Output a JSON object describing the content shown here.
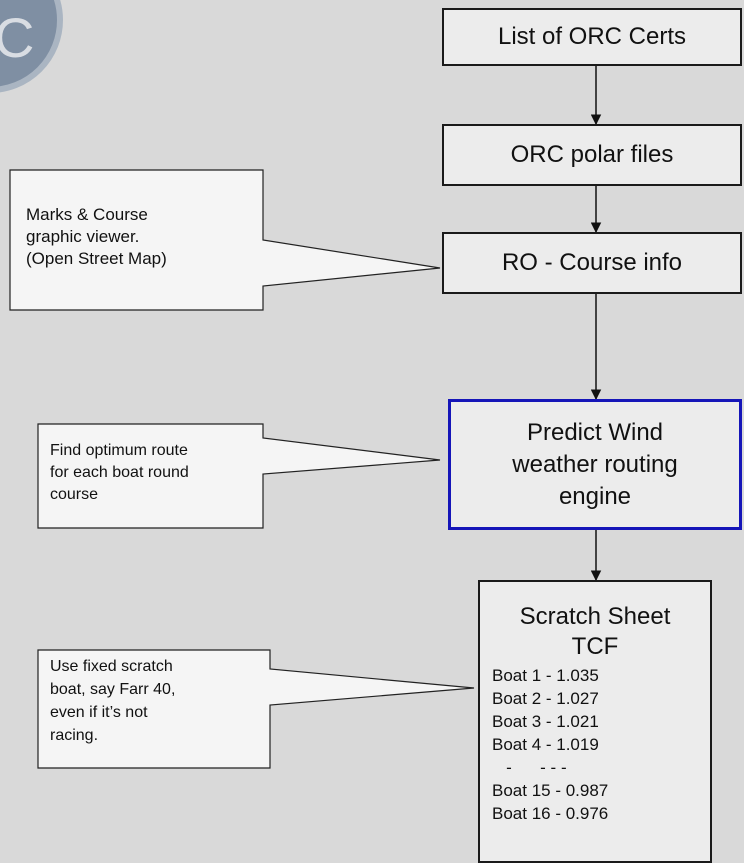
{
  "logo_text": "C",
  "nodes": {
    "orc_certs": "List of ORC Certs",
    "orc_polar": "ORC polar files",
    "ro_course": "RO - Course info",
    "predict_wind": [
      "Predict Wind",
      "weather routing",
      "engine"
    ],
    "scratch_title": [
      "Scratch Sheet",
      "TCF"
    ]
  },
  "scratch_rows": [
    "Boat 1 - 1.035",
    "Boat 2 - 1.027",
    "Boat 3 - 1.021",
    "Boat 4 - 1.019",
    "   -      - - -",
    "Boat 15 - 0.987",
    "Boat 16 - 0.976"
  ],
  "callouts": {
    "marks": [
      "Marks & Course",
      "graphic viewer.",
      "(Open Street Map)"
    ],
    "route": [
      "Find optimum route",
      "for each boat round",
      "course"
    ],
    "scratch": [
      "Use fixed scratch",
      "boat, say Farr 40,",
      "even if it’s not",
      "racing."
    ]
  },
  "colors": {
    "background": "#d9d9d9",
    "box_fill": "#ececec",
    "highlight_border": "#1515b8",
    "logo_fill": "#7f8fa3"
  }
}
